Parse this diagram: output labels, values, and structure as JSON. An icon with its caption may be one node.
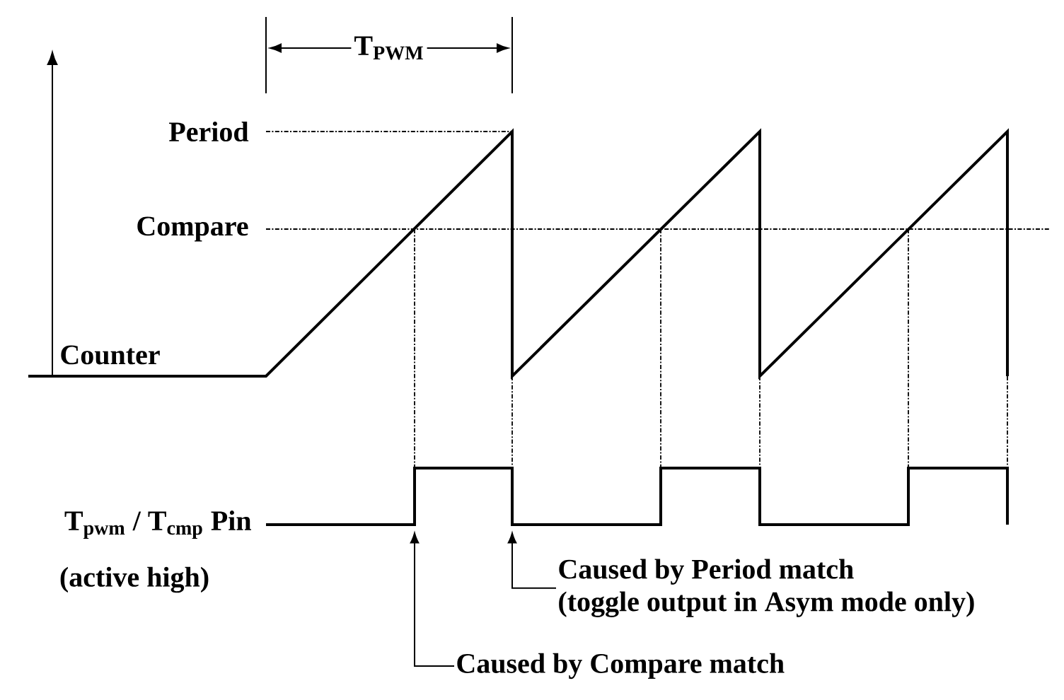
{
  "diagram": {
    "nodes": [
      {
        "text": [],
        "shape": "picture"
      },
      {
        "text": [
          "Caused by Period match",
          "(toggle output in Asym mode only)"
        ]
      },
      {
        "text": [
          "Caused by Compare match"
        ]
      }
    ],
    "edges": [
      {
        "from": 1,
        "to": 0,
        "arrow": "to"
      },
      {
        "from": 2,
        "to": 0,
        "arrow": "to"
      }
    ],
    "labels": [
      "T$_{PWM}$",
      "Period",
      "Compare",
      "Counter",
      "T$_{pwm}$ / T$_{cmp}$ Pin",
      "(active high)"
    ]
  }
}
